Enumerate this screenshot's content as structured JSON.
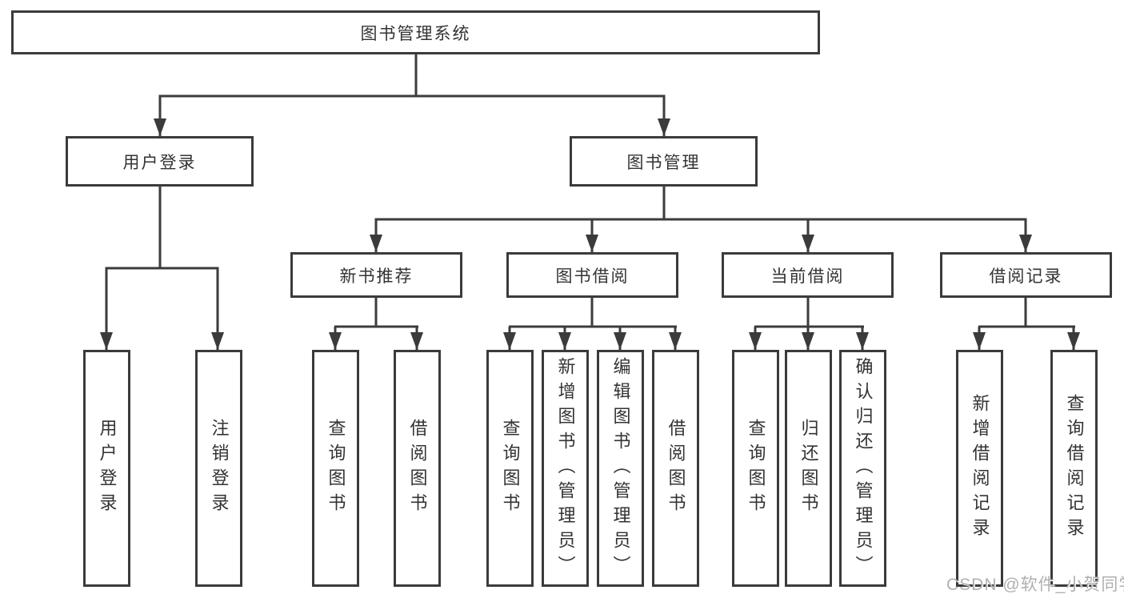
{
  "diagram": {
    "root": {
      "label": "图书管理系统"
    },
    "userLogin": {
      "label": "用户登录",
      "leaves": [
        {
          "label": "用户登录"
        },
        {
          "label": "注销登录"
        }
      ]
    },
    "bookMgmt": {
      "label": "图书管理",
      "groups": [
        {
          "label": "新书推荐",
          "leaves": [
            {
              "label": "查询图书"
            },
            {
              "label": "借阅图书"
            }
          ]
        },
        {
          "label": "图书借阅",
          "leaves": [
            {
              "label": "查询图书"
            },
            {
              "label": "新增图书（管理员）"
            },
            {
              "label": "编辑图书（管理员）"
            },
            {
              "label": "借阅图书"
            }
          ]
        },
        {
          "label": "当前借阅",
          "leaves": [
            {
              "label": "查询图书"
            },
            {
              "label": "归还图书"
            },
            {
              "label": "确认归还（管理员）"
            }
          ]
        },
        {
          "label": "借阅记录",
          "leaves": [
            {
              "label": "新增借阅记录"
            },
            {
              "label": "查询借阅记录"
            }
          ]
        }
      ]
    }
  },
  "watermark": {
    "text": "CSDN @软件_小贺同学"
  },
  "colors": {
    "line": "#3b3b3b",
    "text": "#333333",
    "box_fill": "#ffffff",
    "watermark": "#b0b0b0",
    "background": "#ffffff"
  }
}
